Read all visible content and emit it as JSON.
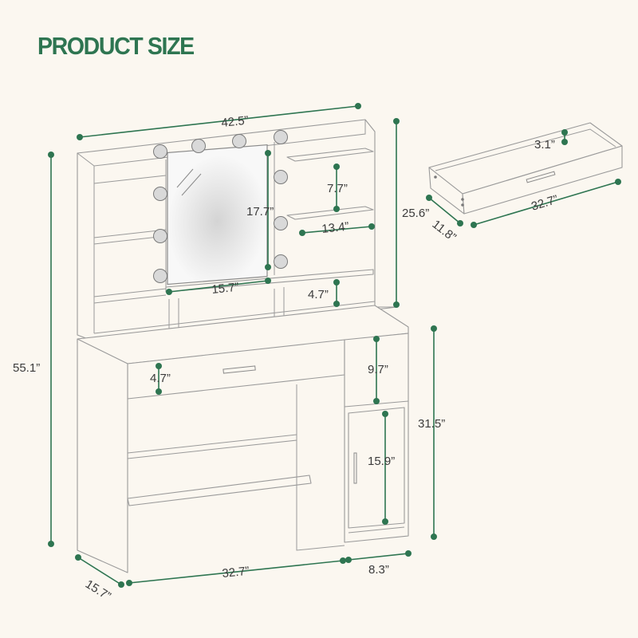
{
  "title": "PRODUCT SIZE",
  "accent_color": "#2e7551",
  "dimensions": {
    "top_width": "42.5”",
    "mirror_height": "17.7”",
    "mirror_width": "15.7”",
    "shelf_gap": "7.7”",
    "shelf_width": "13.4”",
    "hutch_height": "25.6”",
    "lower_shelf_gap": "4.7”",
    "total_height": "55.1”",
    "drawer_front_height": "4.7”",
    "cubby_height": "9.7”",
    "desk_height": "31.5”",
    "door_height": "15.9”",
    "desk_width": "32.7”",
    "depth": "15.7”",
    "cabinet_width": "8.3”",
    "drawer_depth": "3.1”",
    "drawer_length": "32.7”",
    "drawer_width": "11.8”"
  }
}
